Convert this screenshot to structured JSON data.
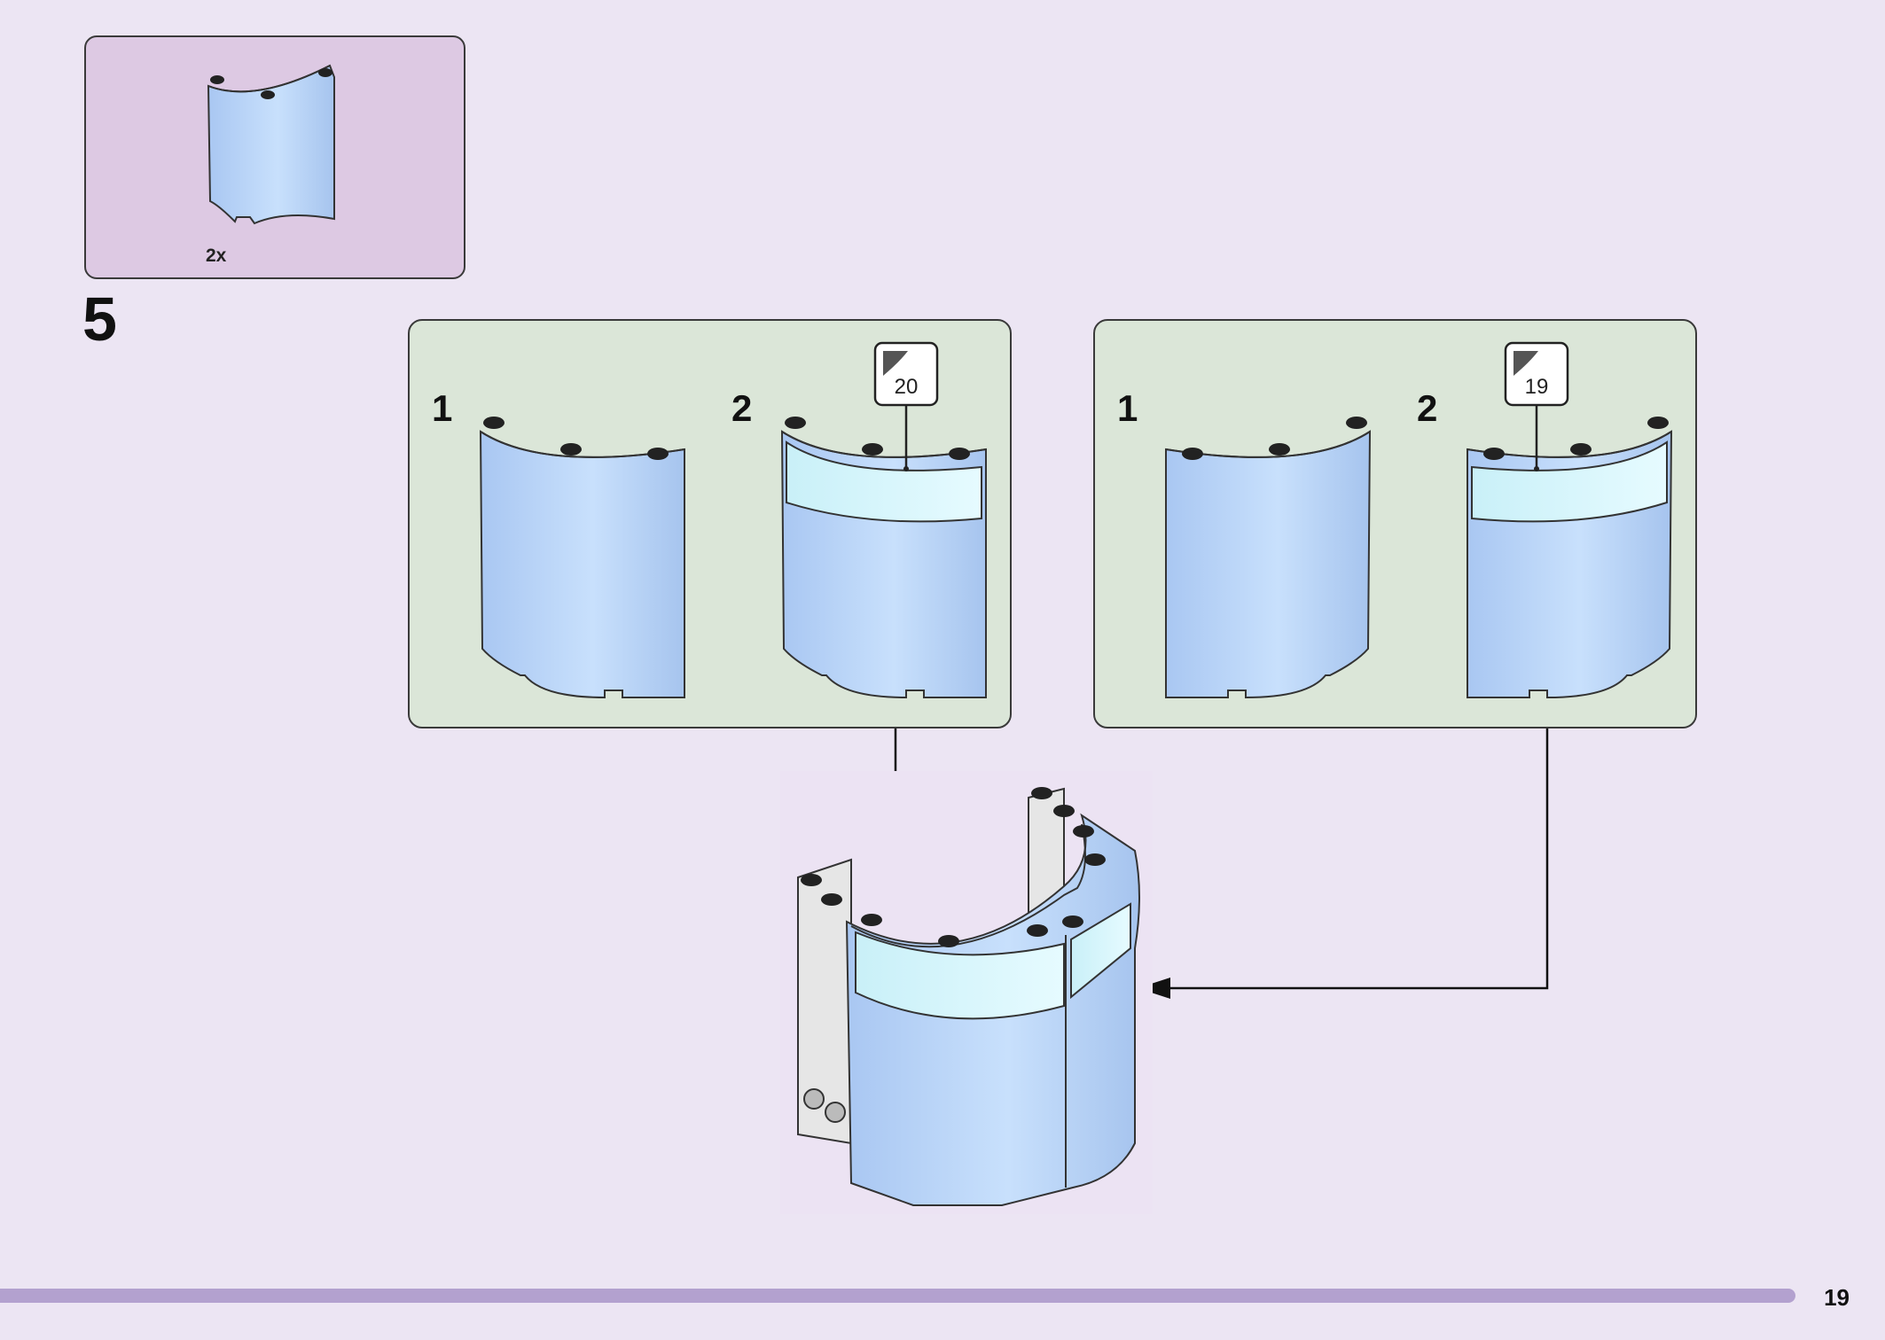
{
  "parts_list": {
    "quantity": "2x"
  },
  "step": {
    "number": "5"
  },
  "left_panel": {
    "sub1": "1",
    "sub2": "2",
    "sticker": "20"
  },
  "right_panel": {
    "sub1": "1",
    "sub2": "2",
    "sticker": "19"
  },
  "page": {
    "number": "19"
  },
  "colors": {
    "background": "#ece5f3",
    "parts_box": "#ddc9e3",
    "panel": "#dbe6d8",
    "brick": "#b8d4f8",
    "page_bar": "#b3a1cf"
  }
}
